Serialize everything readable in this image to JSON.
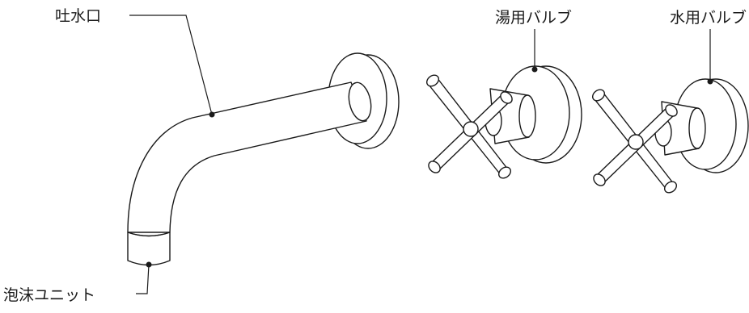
{
  "labels": {
    "spout": "吐水口",
    "hot_valve": "湯用バルブ",
    "cold_valve": "水用バルブ",
    "aerator": "泡沫ユニット"
  },
  "colors": {
    "line": "#1a1a1a",
    "background": "#ffffff"
  }
}
